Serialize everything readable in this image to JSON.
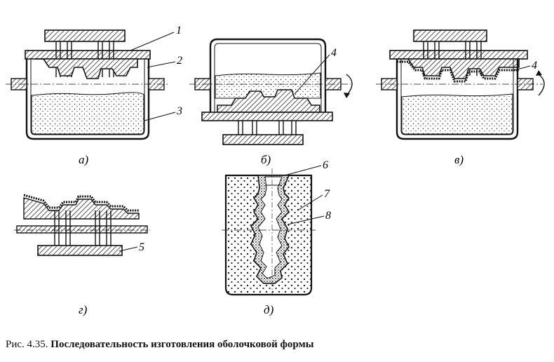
{
  "panels": {
    "a": "а)",
    "b": "б)",
    "v": "в)",
    "g": "г)",
    "d": "д)"
  },
  "callouts": {
    "n1": "1",
    "n2": "2",
    "n3": "3",
    "n4_b": "4",
    "n4_v": "4",
    "n5": "5",
    "n6": "6",
    "n7": "7",
    "n8": "8"
  },
  "caption": {
    "prefix": "Рис. 4.35.",
    "title": "Последовательность изготовления оболочковой формы"
  }
}
